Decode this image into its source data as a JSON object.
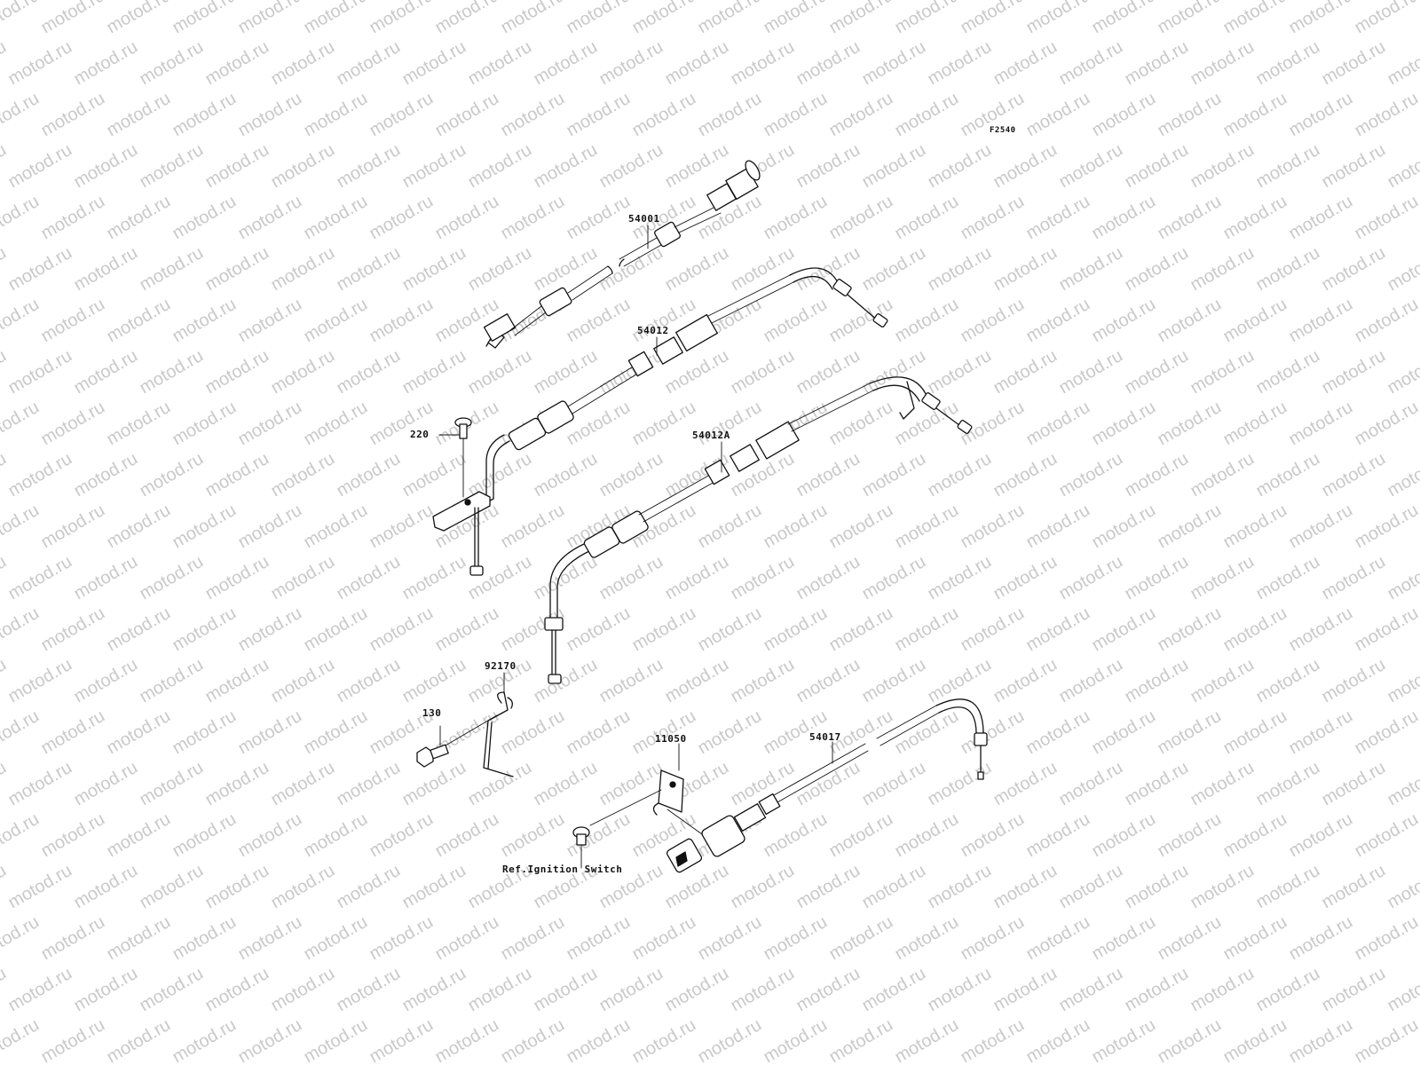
{
  "watermark": {
    "text": "motod.ru",
    "color": "#c9c9c9"
  },
  "figure_code": "F2540",
  "parts": [
    {
      "id": "speedometer-cable",
      "number": "54001"
    },
    {
      "id": "throttle-cable-accel",
      "number": "54012"
    },
    {
      "id": "throttle-cable-decel",
      "number": "54012A"
    },
    {
      "id": "bolt-220",
      "number": "220"
    },
    {
      "id": "bolt-130",
      "number": "130"
    },
    {
      "id": "bracket-92170",
      "number": "92170"
    },
    {
      "id": "holder-11050",
      "number": "11050"
    },
    {
      "id": "choke-cable",
      "number": "54017"
    }
  ],
  "reference_note": "Ref.Ignition Switch"
}
